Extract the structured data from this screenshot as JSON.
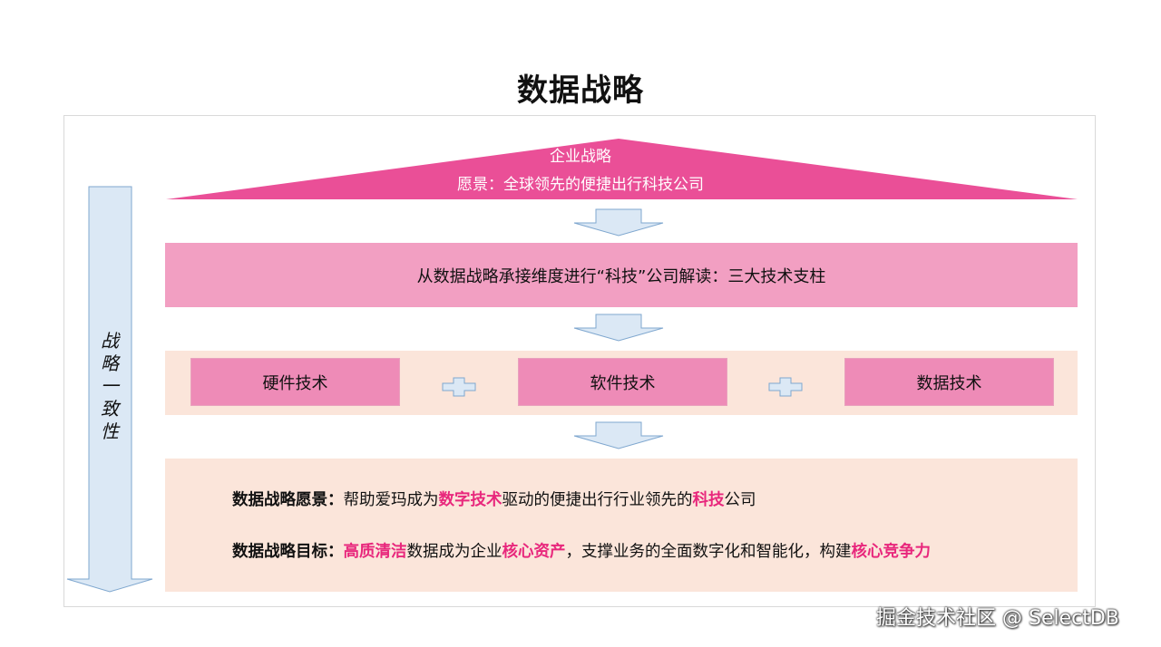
{
  "title": "数据战略",
  "roof": {
    "line1": "企业战略",
    "line2": "愿景：全球领先的便捷出行科技公司"
  },
  "side_label": [
    "战",
    "略",
    "一",
    "致",
    "性"
  ],
  "interpretation": "从数据战略承接维度进行“科技”公司解读：三大技术支柱",
  "pillars": [
    "硬件技术",
    "软件技术",
    "数据技术"
  ],
  "vision": {
    "label": "数据战略愿景：",
    "parts": [
      {
        "text": "帮助爱玛成为",
        "hl": false
      },
      {
        "text": "数字技术",
        "hl": true
      },
      {
        "text": "驱动的便捷出行行业领先的",
        "hl": false
      },
      {
        "text": "科技",
        "hl": true
      },
      {
        "text": "公司",
        "hl": false
      }
    ]
  },
  "goal": {
    "label": "数据战略目标：",
    "parts": [
      {
        "text": "高质清洁",
        "hl": true
      },
      {
        "text": "数据成为企业",
        "hl": false
      },
      {
        "text": "核心资产",
        "hl": true
      },
      {
        "text": "，支撑业务的全面数字化和智能化，构建",
        "hl": false
      },
      {
        "text": "核心竞争力",
        "hl": true
      }
    ]
  },
  "watermark": "掘金技术社区 @ SelectDB",
  "colors": {
    "roof": "#ea4f97",
    "band_pink": "#f29fc2",
    "band_peach": "#fbe5da",
    "pillar": "#ee8bb7",
    "arrow_fill": "#dbe8f5",
    "arrow_stroke": "#7fa7cf",
    "highlight": "#e8277c"
  }
}
